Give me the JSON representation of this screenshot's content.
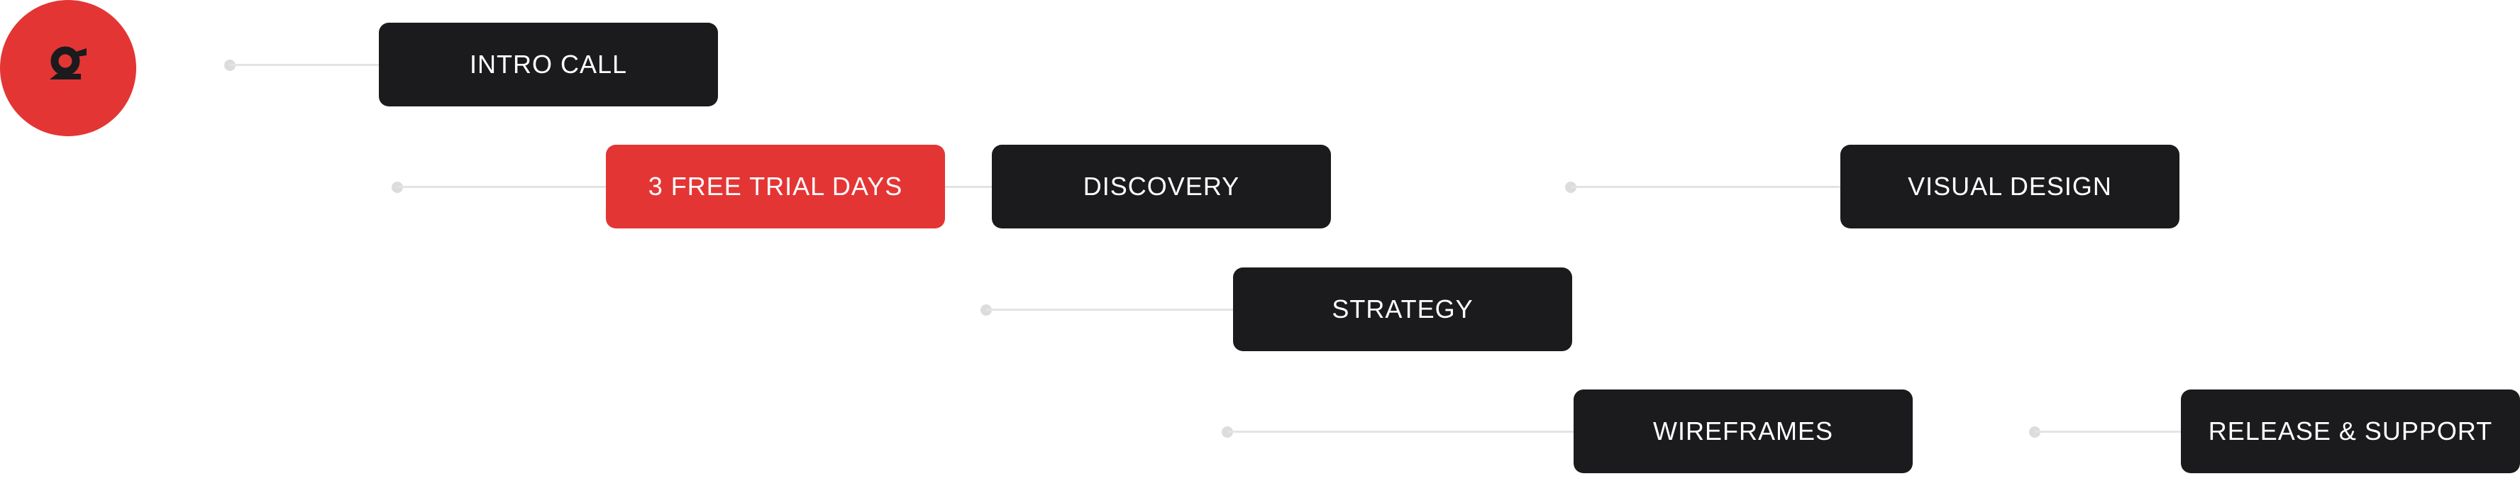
{
  "brand": {
    "logo_icon": "g-letter-logo-icon",
    "accent_color": "#e43535",
    "dark_color": "#1b1b1d",
    "connector_color": "#e3e3e3"
  },
  "steps": [
    {
      "label": "INTRO CALL",
      "style": "dark"
    },
    {
      "label": "3 FREE TRIAL DAYS",
      "style": "accent"
    },
    {
      "label": "DISCOVERY",
      "style": "dark"
    },
    {
      "label": "VISUAL DESIGN",
      "style": "dark"
    },
    {
      "label": "STRATEGY",
      "style": "dark"
    },
    {
      "label": "WIREFRAMES",
      "style": "dark"
    },
    {
      "label": "RELEASE & SUPPORT",
      "style": "dark"
    }
  ]
}
